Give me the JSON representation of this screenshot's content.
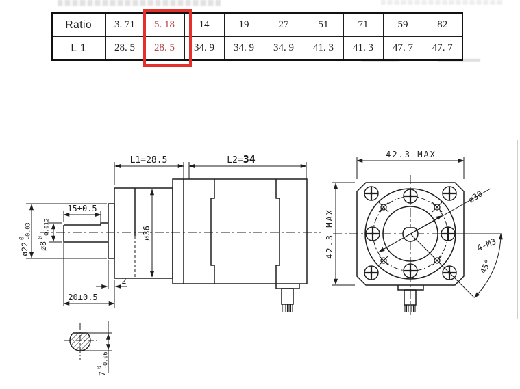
{
  "ratio_table": {
    "row_headers": [
      "Ratio",
      "L 1"
    ],
    "ratio_values": [
      "3. 71",
      "5. 18",
      "14",
      "19",
      "27",
      "51",
      "71",
      "59",
      "82"
    ],
    "l1_values": [
      "28. 5",
      "28. 5",
      "34. 9",
      "34. 9",
      "34. 9",
      "41. 3",
      "41. 3",
      "47. 7",
      "47. 7"
    ],
    "highlighted_column_index": 1,
    "highlight_box_color": "#e3302a",
    "highlight_text_color": "#b2484a"
  },
  "drawing": {
    "side_view": {
      "dim_l1": "L1=28.5",
      "dim_l2_prefix": "L2=",
      "dim_l2_value": "34",
      "dim_flat_length": "15±0.5",
      "dim_shaft_length": "20±0.5",
      "dim_boss_thickness": "2",
      "dim_gearbox_diameter": "ø36",
      "dim_output_shaft": {
        "nominal": "ø8",
        "upper": "0",
        "lower": "-0.012"
      },
      "dim_boss_diameter": {
        "nominal": "ø22",
        "upper": "0",
        "lower": "-0.03"
      }
    },
    "front_view": {
      "dim_width": "42.3 MAX",
      "dim_height": "42.3 MAX",
      "dim_bolt_circle": "ø30",
      "dim_mounting_holes": "4-M3",
      "dim_hole_angle": "45°"
    },
    "section_view": {
      "dim_flat_height": {
        "nominal": "7",
        "upper": "0",
        "lower": "-0.06"
      }
    },
    "line_color": "#1e1e1e"
  }
}
